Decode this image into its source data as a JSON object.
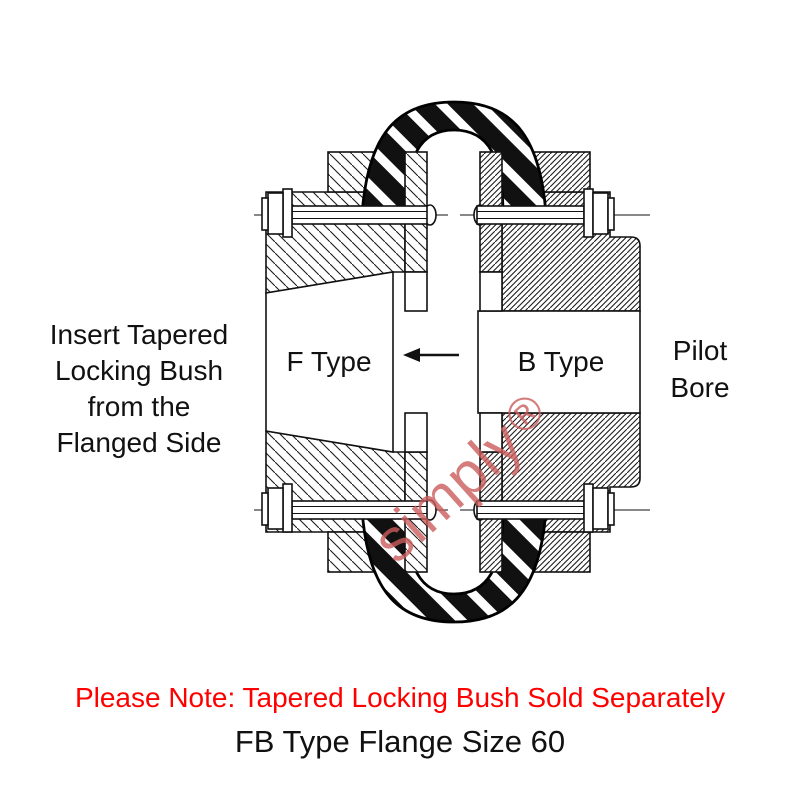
{
  "page": {
    "background_color": "#ffffff"
  },
  "diagram": {
    "left_annotation_lines": [
      "Insert Tapered",
      "Locking Bush",
      "from the",
      "Flanged Side"
    ],
    "hub_labels": {
      "f_type": "F Type",
      "b_type": "B Type"
    },
    "right_annotation_lines": [
      "Pilot",
      "Bore"
    ],
    "watermark": {
      "text": "simply",
      "registered_mark": "®",
      "color": "#cc5f5f"
    },
    "line_color": "#111111",
    "tyre_stripe_color": "#111111",
    "arrow_direction": "left"
  },
  "footer": {
    "note": "Please Note: Tapered Locking Bush Sold Separately",
    "note_color": "#ff0000",
    "title": "FB Type Flange Size 60",
    "title_color": "#111111"
  }
}
